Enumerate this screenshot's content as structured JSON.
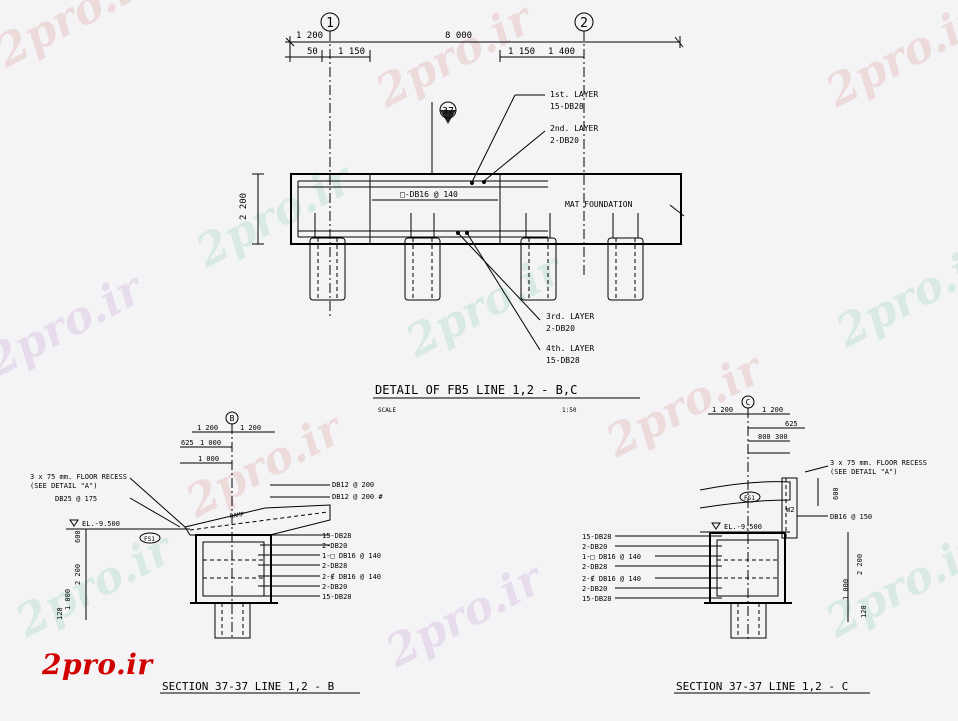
{
  "watermark": {
    "text": "2pro.ir",
    "colors": [
      "#c0392b",
      "#27ae60",
      "#8e44ad"
    ]
  },
  "brand": {
    "text": "2pro.ir",
    "color": "#d10000"
  },
  "detail": {
    "grid_1": "1",
    "grid_2": "2",
    "dim_1200": "1 200",
    "dim_8000": "8 000",
    "dim_50": "50",
    "dim_1150a": "1 150",
    "dim_1150b": "1 150",
    "dim_1400": "1 400",
    "section_mark": "37",
    "layer1_a": "1st. LAYER",
    "layer1_b": "15-DB28",
    "layer2_a": "2nd. LAYER",
    "layer2_b": "2-DB20",
    "stirrup": "□-DB16 @ 140",
    "mat": "MAT FOUNDATION",
    "height": "2 200",
    "layer3_a": "3rd. LAYER",
    "layer3_b": "2-DB20",
    "layer4_a": "4th. LAYER",
    "layer4_b": "15-DB28",
    "title": "DETAIL  OF  FB5  LINE  1,2 - B,C",
    "scale_label": "SCALE",
    "scale_value": "1:50"
  },
  "sectionB": {
    "grid": "B",
    "dim_1200a": "1 200",
    "dim_1200b": "1 200",
    "dim_625": "625",
    "dim_1000a": "1 000",
    "dim_1000b": "1 000",
    "recess_a": "3 x 75 mm. FLOOR RECESS",
    "recess_b": "(SEE DETAIL \"A\")",
    "db25": "DB25 @ 175",
    "el": "EL.-9.500",
    "fs": "FS1",
    "ramp": "RAMP",
    "dim_600": "600",
    "dim_2200": "2 200",
    "dim_1000": "1 000",
    "dim_120": "120",
    "r_db12a": "DB12 @ 200",
    "r_db12b": "DB12 @ 200 #",
    "r1": "15-DB28",
    "r2": "2-DB20",
    "r3": "1-□ DB16 @ 140",
    "r4": "2-DB28",
    "r5": "2-∉ DB16 @ 140",
    "r6": "2-DB20",
    "r7": "15-DB28",
    "title": "SECTION  37-37  LINE  1,2 - B"
  },
  "sectionC": {
    "grid": "C",
    "dim_1200a": "1 200",
    "dim_1200b": "1 200",
    "dim_625": "625",
    "dim_800": "800",
    "dim_300": "300",
    "recess_a": "3 x 75 mm. FLOOR RECESS",
    "recess_b": "(SEE DETAIL \"A\")",
    "fs": "FS1",
    "dim_600": "600",
    "w2": "W2",
    "db16": "DB16 @ 150",
    "el": "EL.-9.500",
    "l1": "15-DB28",
    "l2": "2-DB20",
    "l3": "1-□ DB16 @ 140",
    "l4": "2-DB28",
    "l5": "2-∉ DB16 @ 140",
    "l6": "2-DB20",
    "l7": "15-DB28",
    "dim_2200": "2 200",
    "dim_1000": "1 000",
    "dim_120": "120",
    "title": "SECTION  37-37  LINE  1,2 - C"
  }
}
